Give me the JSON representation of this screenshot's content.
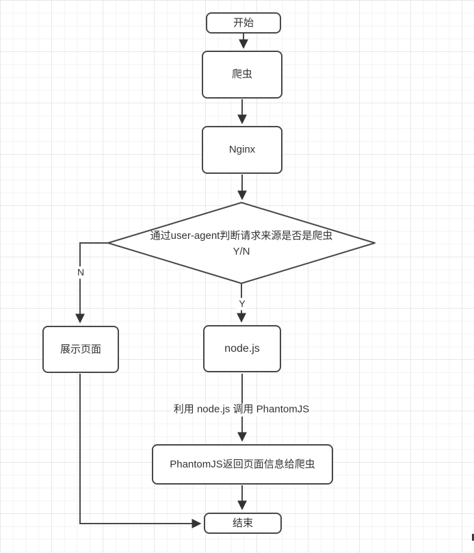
{
  "diagram": {
    "title": "crawler-seo-prerender-flowchart",
    "nodes": {
      "start": {
        "label": "开始",
        "shape": "rounded"
      },
      "crawler": {
        "label": "爬虫",
        "shape": "rect"
      },
      "nginx": {
        "label": "Nginx",
        "shape": "rect"
      },
      "decision": {
        "question": "通过user-agent判断请求来源是否是爬虫",
        "options": "Y/N",
        "shape": "diamond"
      },
      "display_page": {
        "label": "展示页面",
        "shape": "rect"
      },
      "nodejs": {
        "label": "node.js",
        "shape": "rect"
      },
      "phantomjs_return": {
        "label": "PhantomJS返回页面信息给爬虫",
        "shape": "rect"
      },
      "end": {
        "label": "结束",
        "shape": "rounded"
      }
    },
    "edge_labels": {
      "no_branch": "N",
      "yes_branch": "Y",
      "call_phantomjs": "利用 node.js 调用 PhantomJS"
    },
    "colors": {
      "line": "#474747",
      "arrow_fill": "#333333",
      "node_border": "#474747",
      "node_fill": "#ffffff",
      "text": "#333333",
      "grid_minor": "#f2f2f2",
      "grid_major": "#e7e7e7",
      "background": "#ffffff"
    }
  }
}
